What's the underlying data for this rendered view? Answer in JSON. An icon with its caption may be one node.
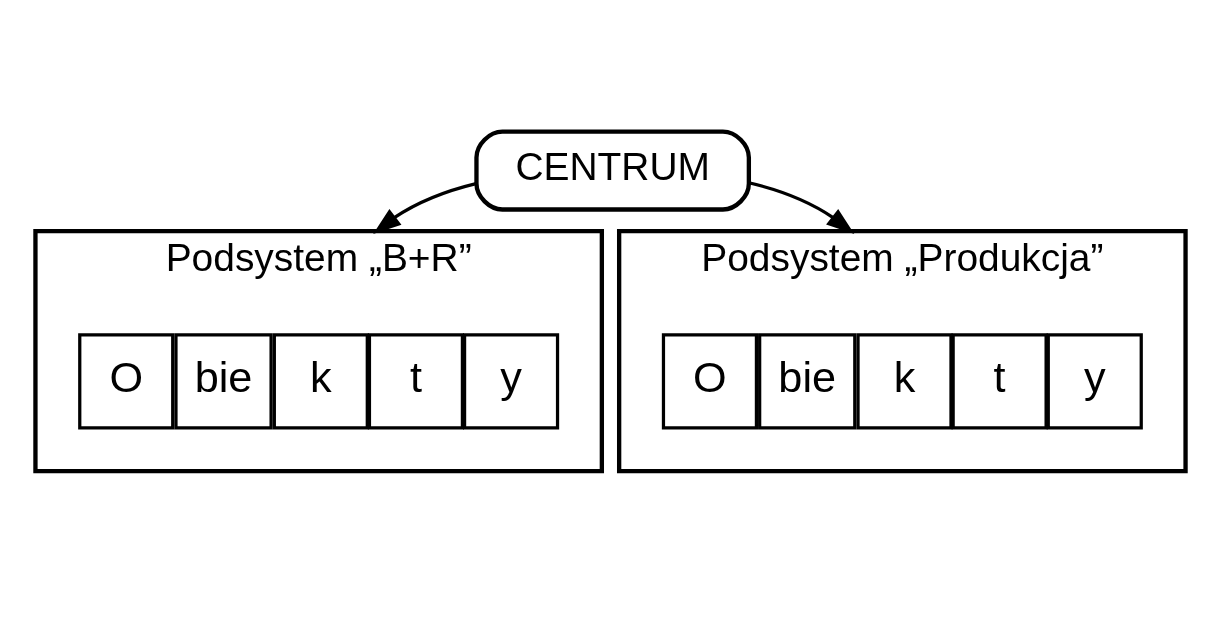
{
  "diagram": {
    "nodes": [
      {
        "text": [
          "CENTRUM"
        ]
      },
      {
        "text": [
          "Podsystem „B+R”"
        ]
      },
      {
        "text": [
          "O"
        ],
        "in": 1
      },
      {
        "text": [
          "bie"
        ],
        "in": 1
      },
      {
        "text": [
          "k"
        ],
        "in": 1
      },
      {
        "text": [
          "t"
        ],
        "in": 1
      },
      {
        "text": [
          "y"
        ],
        "in": 1
      },
      {
        "text": [
          "Podsystem „Produkcja”"
        ]
      },
      {
        "text": [
          "O"
        ],
        "in": 7
      },
      {
        "text": [
          "bie"
        ],
        "in": 7
      },
      {
        "text": [
          "k"
        ],
        "in": 7
      },
      {
        "text": [
          "t"
        ],
        "in": 7
      },
      {
        "text": [
          "y"
        ],
        "in": 7
      }
    ],
    "edges": [
      {
        "from": 0,
        "to": 1,
        "arrow": "to"
      },
      {
        "from": 0,
        "to": 7,
        "arrow": "to"
      }
    ]
  }
}
